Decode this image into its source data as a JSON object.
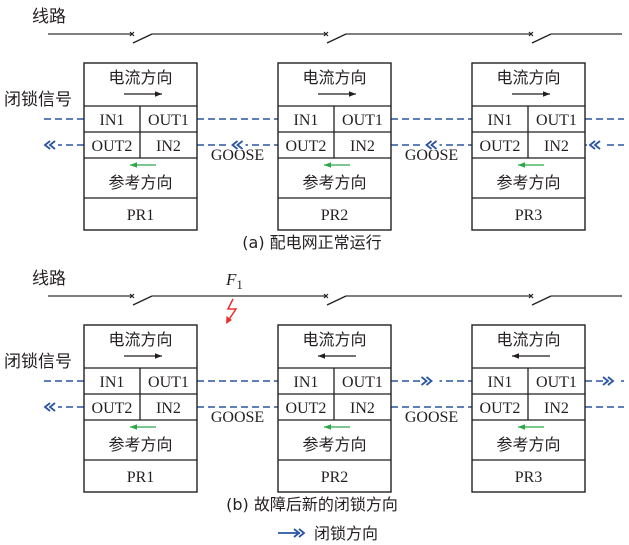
{
  "colors": {
    "ink": "#231f20",
    "line": "#555555",
    "signal": "#2a55a3",
    "reference_arrow": "#2aa84a",
    "fault": "#e8302a"
  },
  "labels": {
    "line": "线路",
    "blocking_signal": "闭锁信号",
    "current_direction": "电流方向",
    "reference_direction": "参考方向",
    "in1": "IN1",
    "out1": "OUT1",
    "out2": "OUT2",
    "in2": "IN2",
    "goose": "GOOSE",
    "fault_letter": "F",
    "fault_sub": "1"
  },
  "panels": [
    {
      "id": "a",
      "caption": "(a) 配电网正常运行",
      "relays": [
        {
          "name": "PR1",
          "current_direction": "right"
        },
        {
          "name": "PR2",
          "current_direction": "right"
        },
        {
          "name": "PR3",
          "current_direction": "right"
        }
      ],
      "has_fault": false,
      "blocking_markers": [
        {
          "line": "lower",
          "segment": "left-of-PR1",
          "direction": "left"
        },
        {
          "line": "lower",
          "segment": "PR1-PR2",
          "direction": "left"
        },
        {
          "line": "lower",
          "segment": "PR2-PR3",
          "direction": "left"
        },
        {
          "line": "lower",
          "segment": "right-of-PR3",
          "direction": "left"
        }
      ],
      "goose_labels": [
        "PR1-PR2",
        "PR2-PR3"
      ]
    },
    {
      "id": "b",
      "caption": "(b) 故障后新的闭锁方向",
      "relays": [
        {
          "name": "PR1",
          "current_direction": "right"
        },
        {
          "name": "PR2",
          "current_direction": "left"
        },
        {
          "name": "PR3",
          "current_direction": "left"
        }
      ],
      "has_fault": true,
      "blocking_markers": [
        {
          "line": "lower",
          "segment": "left-of-PR1",
          "direction": "left"
        },
        {
          "line": "upper",
          "segment": "PR2-PR3",
          "direction": "right"
        },
        {
          "line": "upper",
          "segment": "right-of-PR3",
          "direction": "right"
        }
      ],
      "goose_labels": [
        "PR1-PR2",
        "PR2-PR3"
      ]
    }
  ],
  "legend": {
    "label": "闭锁方向"
  }
}
